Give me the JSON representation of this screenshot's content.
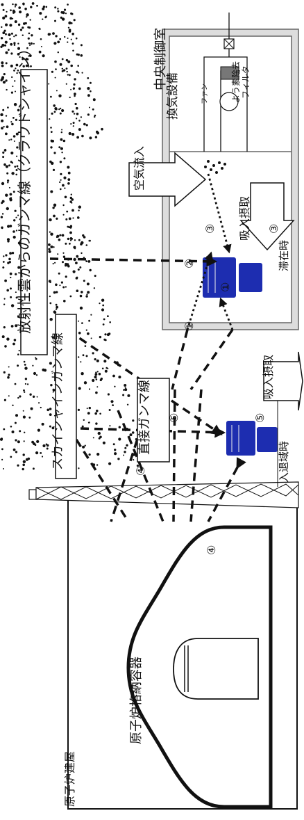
{
  "labels": {
    "cloud_gamma": "放射性雲からのガンマ線（クラウドシャイン）",
    "skyshine": "スカイシャインガンマ線",
    "direct_gamma": "直接ガンマ線",
    "control_room": "中央制御室",
    "ventilation": "換気設備",
    "fan": "ファン",
    "iodine_filter_1": "よう素除去",
    "iodine_filter_2": "フィルタ",
    "air_inflow": "空気流入",
    "inhalation_stay": "吸入摂取",
    "inhalation_entry": "吸入摂取",
    "during_stay": "滞在時",
    "during_entry_exit": "入退域時",
    "reactor_building": "原子炉建屋",
    "containment_vessel": "原子炉格納容器"
  },
  "markers": {
    "n1": "①",
    "n2": "②",
    "n3": "③",
    "n4": "④",
    "n5": "⑤"
  },
  "colors": {
    "person": "#1d2db0",
    "building_frame": "#999999",
    "line": "#111111"
  }
}
